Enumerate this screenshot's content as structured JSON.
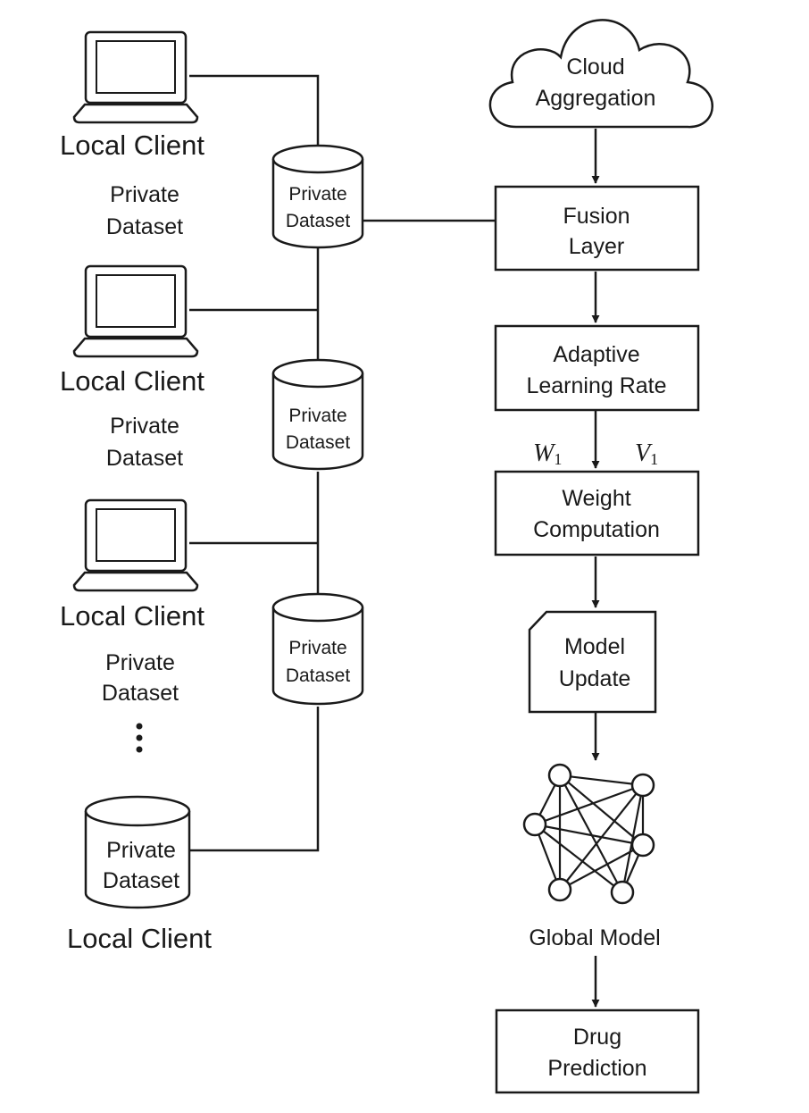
{
  "clients": [
    {
      "laptop_label": "Local Client",
      "side_label": [
        "Private",
        "Dataset"
      ],
      "cylinder_label": [
        "Private",
        "Dataset"
      ]
    },
    {
      "laptop_label": "Local Client",
      "side_label": [
        "Private",
        "Dataset"
      ],
      "cylinder_label": [
        "Private",
        "Dataset"
      ]
    },
    {
      "laptop_label": "Local Client",
      "side_label": [
        "Private",
        "Dataset"
      ],
      "cylinder_label": [
        "Private",
        "Dataset"
      ]
    }
  ],
  "ellipsis": "⋮",
  "last_client": {
    "cylinder_label": [
      "Private",
      "Dataset"
    ],
    "label": "Local Client"
  },
  "pipeline": {
    "cloud": [
      "Cloud",
      "Aggregation"
    ],
    "fusion": [
      "Fusion",
      "Layer"
    ],
    "adaptive": [
      "Adaptive",
      "Learning Rate"
    ],
    "w_label": "W",
    "w_sub": "1",
    "v_label": "V",
    "v_sub": "1",
    "weight": [
      "Weight",
      "Computation"
    ],
    "model_update": [
      "Model",
      "Update"
    ],
    "global_model": "Global Model",
    "drug": [
      "Drug",
      "Prediction"
    ]
  }
}
